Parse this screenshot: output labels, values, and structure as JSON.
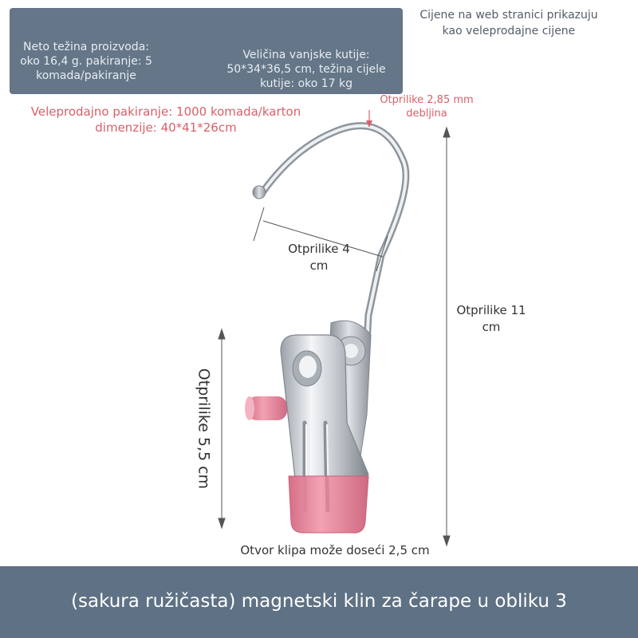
{
  "info_box": {
    "net_weight": "Neto težina proizvoda: oko 16,4 g. pakiranje: 5 komada/pakiranje",
    "outer_box": "Veličina vanjske kutije: 50*34*36,5 cm, težina cijele kutije: oko 17 kg"
  },
  "price_note": "Cijene na web stranici prikazuju kao veleprodajne cijene",
  "wholesale_packing": "Veleprodajno pakiranje: 1000 komada/karton dimenzije: 40*41*26cm",
  "thickness_note": "Otprilike 2,85 mm debljina",
  "dimensions": {
    "hook_width": "Otprilike 4 cm",
    "total_height": "Otprilike 11 cm",
    "clip_length": "Otprilike 5,5 cm",
    "clip_opening": "Otvor klipa može doseći 2,5 cm"
  },
  "banner_title": "(sakura ružičasta) magnetski klin za čarape u obliku 3",
  "colors": {
    "banner": "#5f7184",
    "info_box": "#647687",
    "accent_pink": "#e8849a",
    "note_red": "#d9606a"
  }
}
